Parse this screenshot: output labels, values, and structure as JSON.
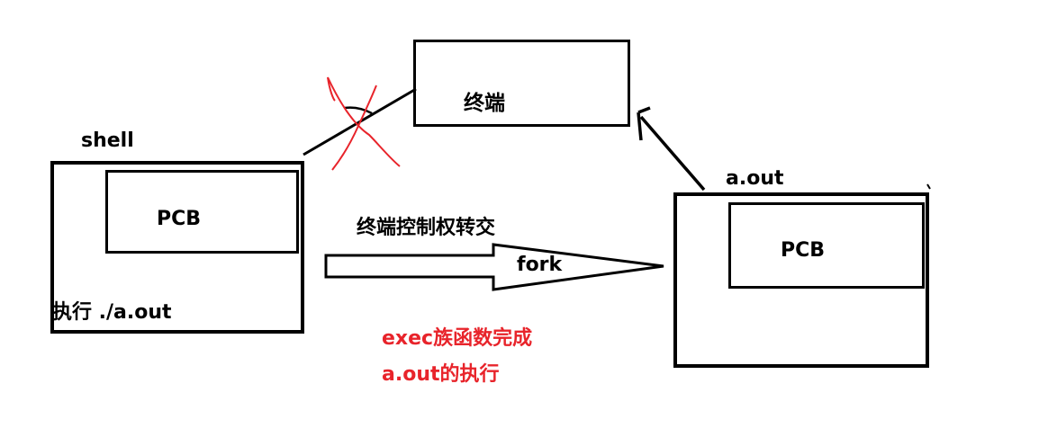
{
  "terminal": {
    "label": "终端"
  },
  "shell_process": {
    "name": "shell",
    "pcb_label": "PCB",
    "exec_text": "执行 ./a.out"
  },
  "child_process": {
    "name": "a.out",
    "pcb_label": "PCB"
  },
  "transfer": {
    "caption": "终端控制权转交",
    "fork_label": "fork"
  },
  "note": {
    "line1": "exec族函数完成",
    "line2": "a.out的执行",
    "color": "#e8242b"
  }
}
